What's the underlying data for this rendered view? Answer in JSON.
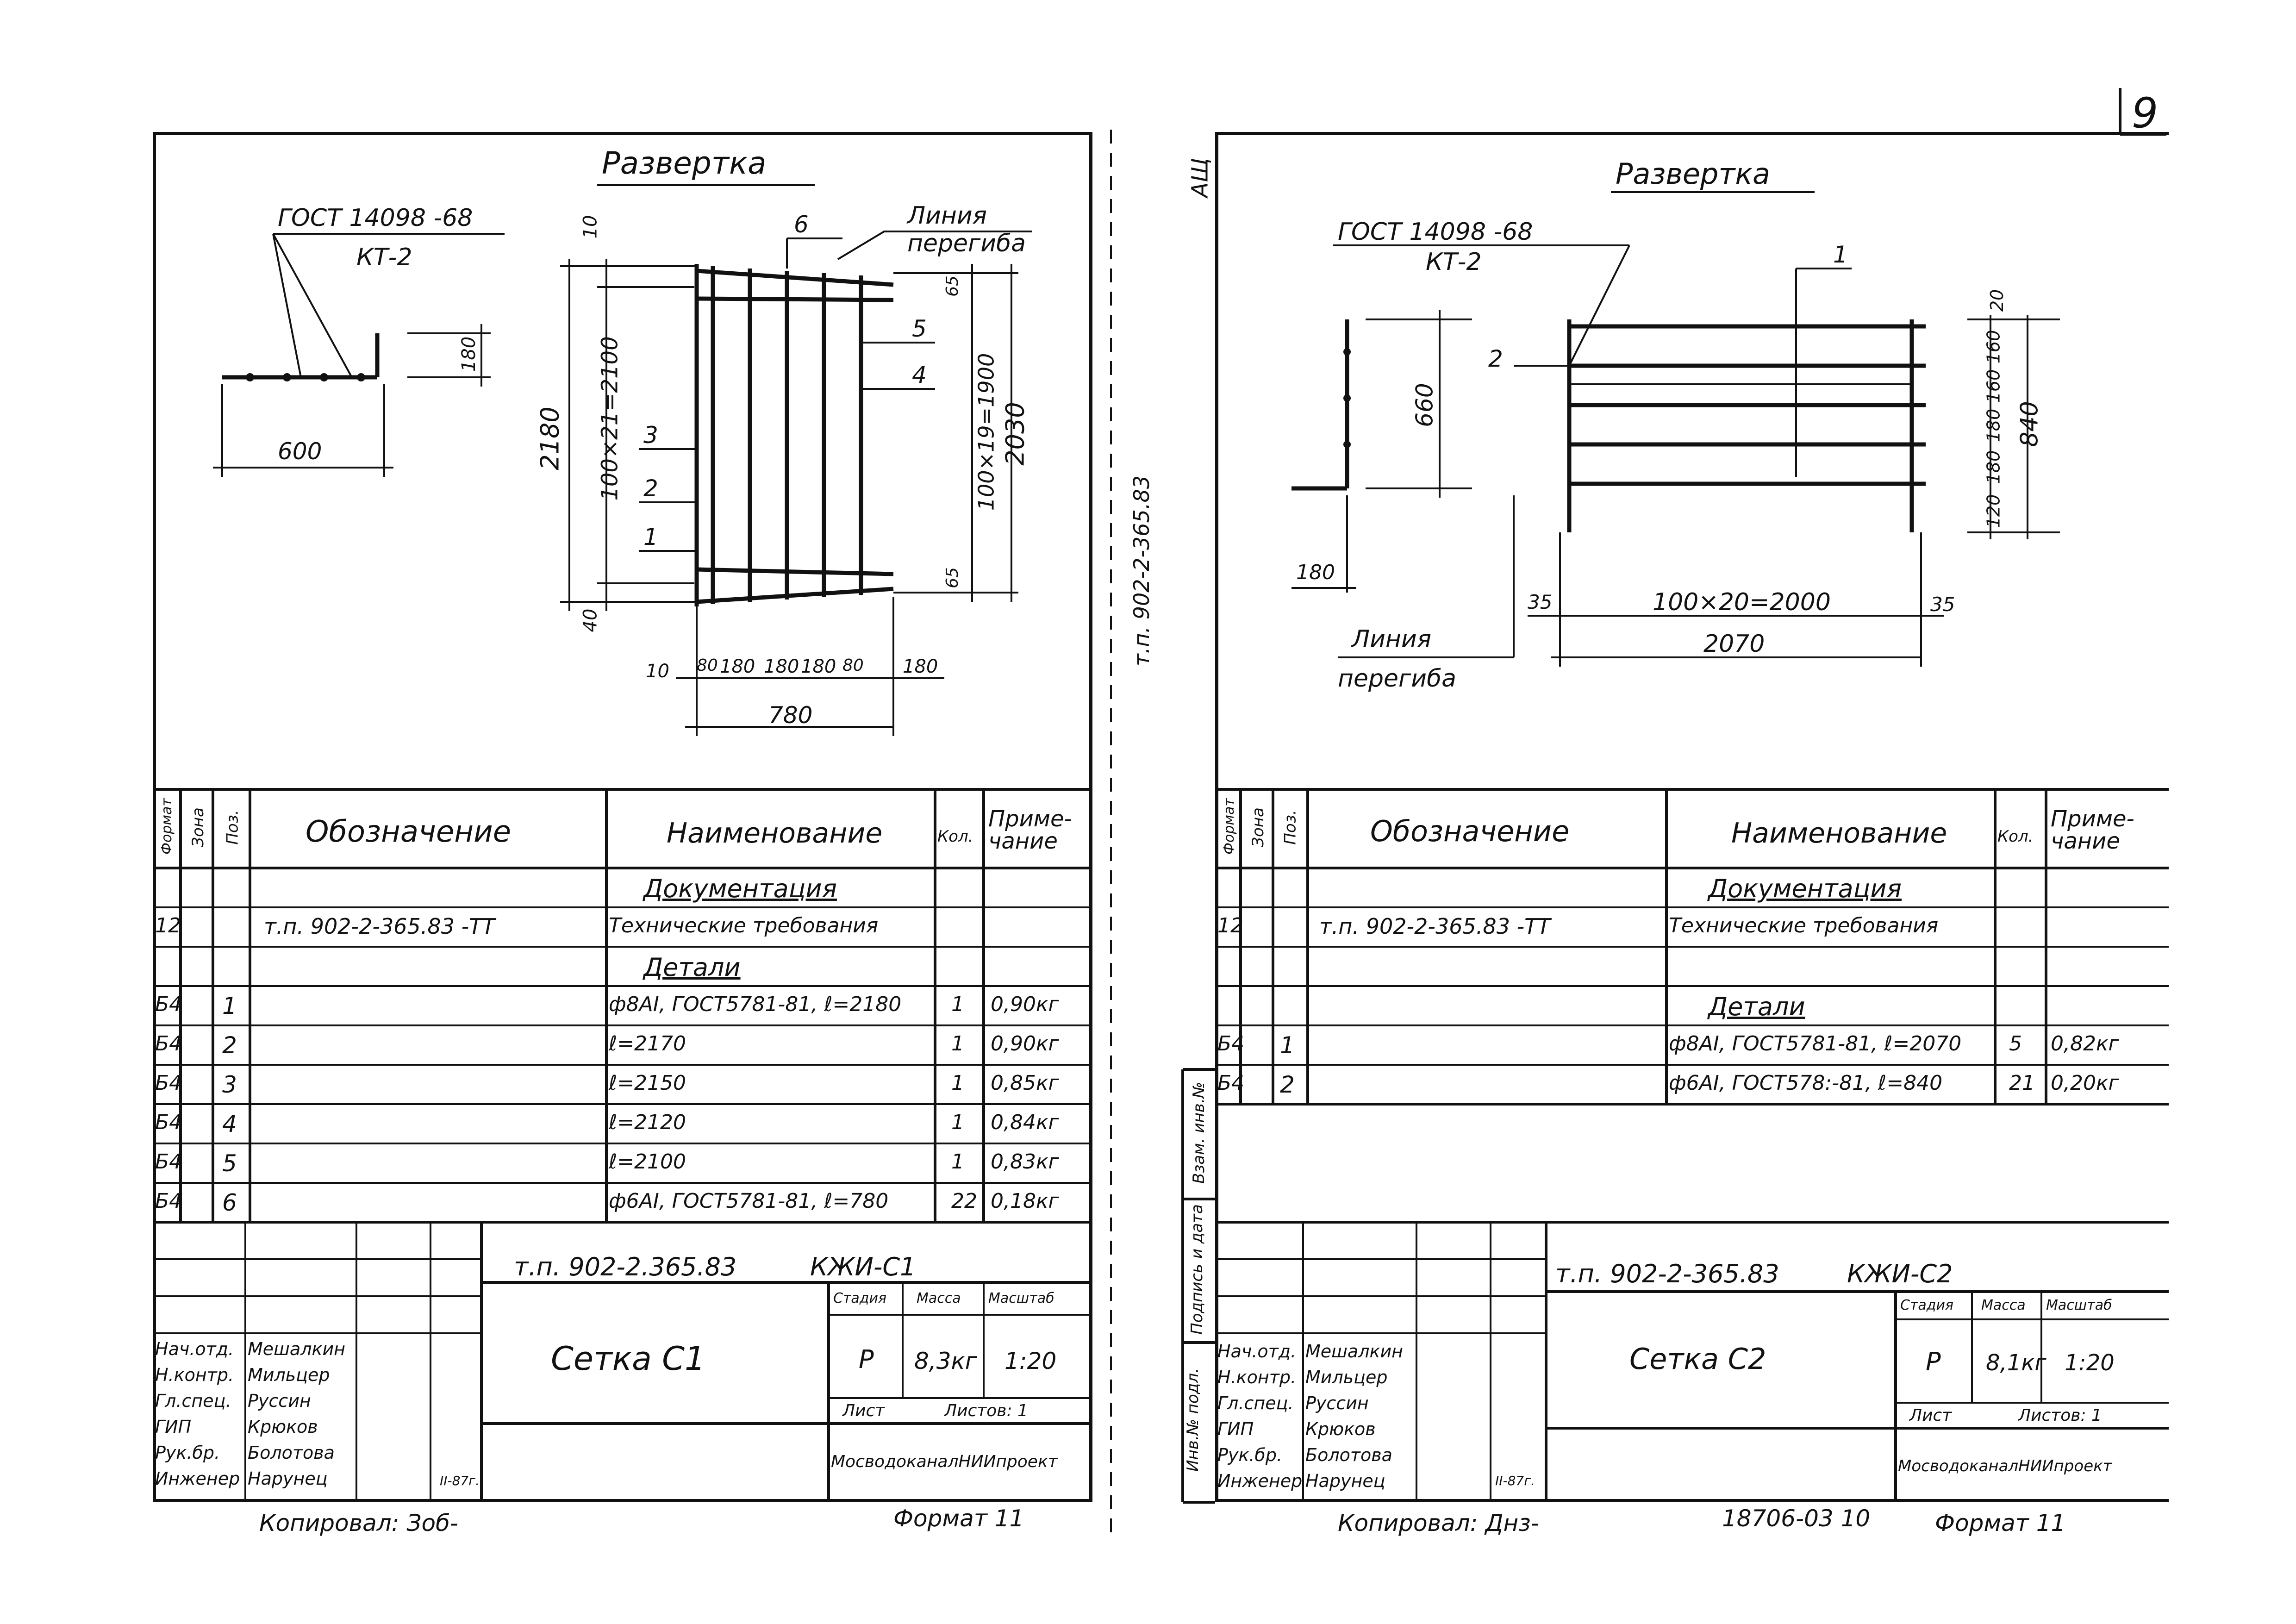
{
  "page_number": "9",
  "ad_mark": "АЩ",
  "side_code": "т.п. 902-2-365.83",
  "left": {
    "title": "Развертка",
    "gost": "ГОСТ 14098 -68",
    "gost_type": "КТ-2",
    "bend_line_1": "Линия",
    "bend_line_2": "перегиба",
    "dim_600": "600",
    "dim_180": "180",
    "dim_10": "10",
    "dim_2180": "2180",
    "dim_100x21": "100×21=2100",
    "dim_40": "40",
    "dim_2030": "2030",
    "dim_100x19": "100×19=1900",
    "dim_65a": "65",
    "dim_65b": "65",
    "dim_780": "780",
    "dims_bottom": [
      "10",
      "80",
      "180",
      "180",
      "180",
      "80",
      "180"
    ],
    "pos": [
      "1",
      "2",
      "3",
      "4",
      "5",
      "6"
    ],
    "table": {
      "headers": {
        "format": "Формат",
        "zone": "Зона",
        "pos": "Поз.",
        "designation": "Обозначение",
        "name": "Наименование",
        "qty": "Кол.",
        "note": "Приме-чание"
      },
      "rows": [
        {
          "format": "",
          "zone": "",
          "pos": "",
          "designation": "",
          "name": "Документация",
          "qty": "",
          "note": "",
          "center": true
        },
        {
          "format": "12",
          "zone": "",
          "pos": "",
          "designation": "т.п. 902-2-365.83    -ТТ",
          "name": "Технические требования",
          "qty": "",
          "note": ""
        },
        {
          "format": "",
          "zone": "",
          "pos": "",
          "designation": "",
          "name": "Детали",
          "qty": "",
          "note": "",
          "center": true
        },
        {
          "format": "Б4",
          "zone": "",
          "pos": "1",
          "designation": "",
          "name": "ф8АI, ГОСТ5781-81, ℓ=2180",
          "qty": "1",
          "note": "0,90кг"
        },
        {
          "format": "Б4",
          "zone": "",
          "pos": "2",
          "designation": "",
          "name": "ℓ=2170",
          "qty": "1",
          "note": "0,90кг"
        },
        {
          "format": "Б4",
          "zone": "",
          "pos": "3",
          "designation": "",
          "name": "ℓ=2150",
          "qty": "1",
          "note": "0,85кг"
        },
        {
          "format": "Б4",
          "zone": "",
          "pos": "4",
          "designation": "",
          "name": "ℓ=2120",
          "qty": "1",
          "note": "0,84кг"
        },
        {
          "format": "Б4",
          "zone": "",
          "pos": "5",
          "designation": "",
          "name": "ℓ=2100",
          "qty": "1",
          "note": "0,83кг"
        },
        {
          "format": "Б4",
          "zone": "",
          "pos": "6",
          "designation": "",
          "name": "ф6АI, ГОСТ5781-81,  ℓ=780",
          "qty": "22",
          "note": "0,18кг"
        }
      ]
    },
    "stamp": {
      "code": "т.п. 902-2.365.83",
      "mark": "КЖИ-С1",
      "name": "Сетка С1",
      "stage_h": "Стадия",
      "mass_h": "Масса",
      "scale_h": "Масштаб",
      "stage": "Р",
      "mass": "8,3кг",
      "scale": "1:20",
      "sheet": "Лист",
      "sheets": "Листов: 1",
      "org": "МосводоканалНИИпроект",
      "people": [
        {
          "role": "Нач.отд.",
          "name": "Мешалкин"
        },
        {
          "role": "Н.контр.",
          "name": "Мильцер"
        },
        {
          "role": "Гл.спец.",
          "name": "Руссин"
        },
        {
          "role": "ГИП",
          "name": "Крюков"
        },
        {
          "role": "Рук.бр.",
          "name": "Болотова"
        },
        {
          "role": "Инженер",
          "name": "Нарунец"
        }
      ],
      "date": "II-87г."
    },
    "copied": "Копировал: Зоб-",
    "format": "Формат 11"
  },
  "right": {
    "title": "Развертка",
    "gost": "ГОСТ 14098 -68",
    "gost_type": "КТ-2",
    "bend_line_1": "Линия",
    "bend_line_2": "перегиба",
    "dim_660": "660",
    "dim_180": "180",
    "dim_35a": "35",
    "dim_35b": "35",
    "dim_100x20": "100×20=2000",
    "dim_2070": "2070",
    "dim_840": "840",
    "dims_side": [
      "20",
      "160",
      "160",
      "180",
      "180",
      "120"
    ],
    "pos": [
      "1",
      "2"
    ],
    "table": {
      "headers": {
        "format": "Формат",
        "zone": "Зона",
        "pos": "Поз.",
        "designation": "Обозначение",
        "name": "Наименование",
        "qty": "Кол.",
        "note": "Приме-чание"
      },
      "rows": [
        {
          "format": "",
          "zone": "",
          "pos": "",
          "designation": "",
          "name": "Документация",
          "qty": "",
          "note": "",
          "center": true
        },
        {
          "format": "12",
          "zone": "",
          "pos": "",
          "designation": "т.п. 902-2-365.83    -ТТ",
          "name": "Технические требования",
          "qty": "",
          "note": ""
        },
        {
          "format": "",
          "zone": "",
          "pos": "",
          "designation": "",
          "name": "",
          "qty": "",
          "note": ""
        },
        {
          "format": "",
          "zone": "",
          "pos": "",
          "designation": "",
          "name": "Детали",
          "qty": "",
          "note": "",
          "center": true
        },
        {
          "format": "Б4",
          "zone": "",
          "pos": "1",
          "designation": "",
          "name": "ф8АI, ГОСТ5781-81, ℓ=2070",
          "qty": "5",
          "note": "0,82кг"
        },
        {
          "format": "Б4",
          "zone": "",
          "pos": "2",
          "designation": "",
          "name": "ф6АI, ГОСТ578:-81, ℓ=840",
          "qty": "21",
          "note": "0,20кг"
        }
      ]
    },
    "side_labels": [
      "Инв.№ подл.",
      "Подпись и дата",
      "Взам. инв.№"
    ],
    "stamp": {
      "code": "т.п. 902-2-365.83",
      "mark": "КЖИ-С2",
      "name": "Сетка С2",
      "stage_h": "Стадия",
      "mass_h": "Масса",
      "scale_h": "Масштаб",
      "stage": "Р",
      "mass": "8,1кг",
      "scale": "1:20",
      "sheet": "Лист",
      "sheets": "Листов: 1",
      "org": "МосводоканалНИИпроект",
      "people": [
        {
          "role": "Нач.отд.",
          "name": "Мешалкин"
        },
        {
          "role": "Н.контр.",
          "name": "Мильцер"
        },
        {
          "role": "Гл.спец.",
          "name": "Руссин"
        },
        {
          "role": "ГИП",
          "name": "Крюков"
        },
        {
          "role": "Рук.бр.",
          "name": "Болотова"
        },
        {
          "role": "Инженер",
          "name": "Нарунец"
        }
      ],
      "date": "II-87г."
    },
    "copied": "Копировал: Днз-",
    "archive": "18706-03  10",
    "format": "Формат 11"
  }
}
